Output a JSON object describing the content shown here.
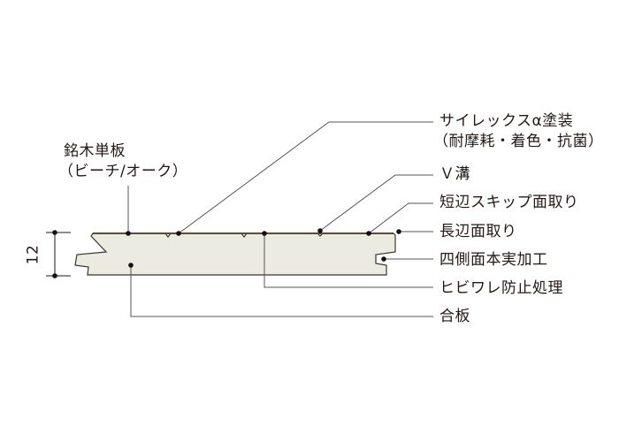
{
  "dimension": "12",
  "veneer_label": {
    "line1": "銘木単板",
    "line2": "（ビーチ/オーク）"
  },
  "labels": {
    "coating_line1": "サイレックスα塗装",
    "coating_line2": "（耐摩耗・着色・抗菌）",
    "v_groove": "Ｖ溝",
    "short_edge": "短辺スキップ面取り",
    "long_edge": "長辺面取り",
    "tongue_groove": "四側面本実加工",
    "crack_prevention": "ヒビワレ防止処理",
    "plywood": "合板"
  },
  "colors": {
    "board": "#ecebe2",
    "line": "#231815",
    "leader": "#555555"
  }
}
